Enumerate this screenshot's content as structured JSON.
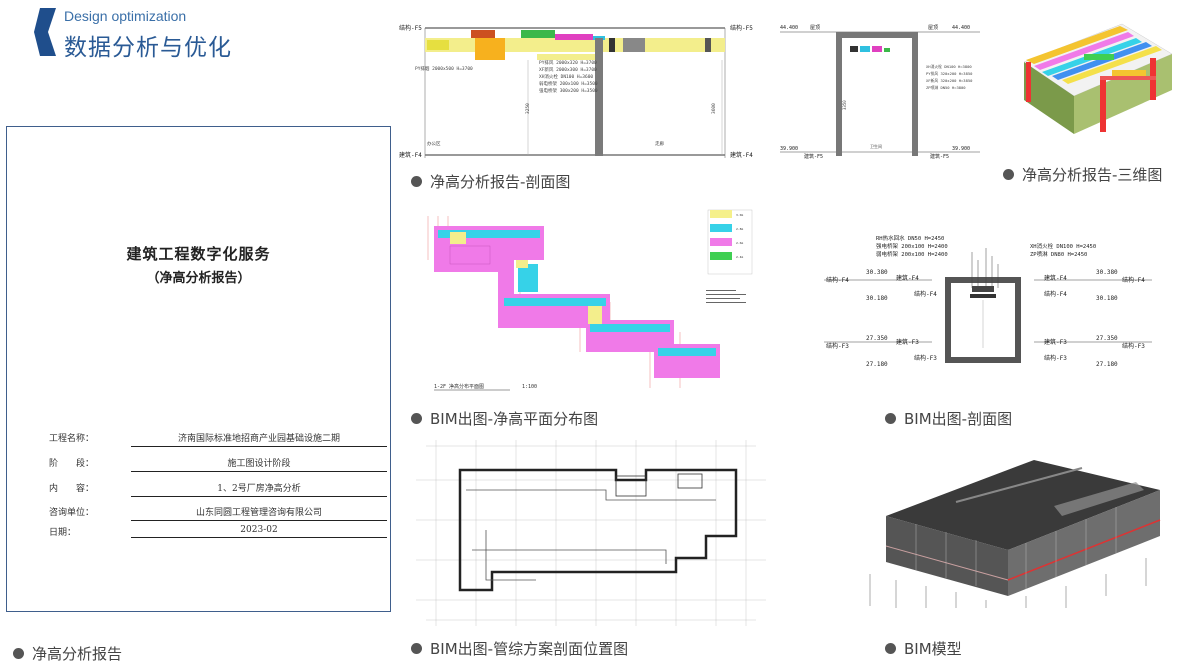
{
  "header": {
    "subtitle": "Design optimization",
    "title": "数据分析与优化",
    "accent_color": "#1f4e8c"
  },
  "report_cover": {
    "title": "建筑工程数字化服务",
    "subtitle": "（净高分析报告）",
    "fields": [
      {
        "label": "工程名称：",
        "value": "济南国际标准地招商产业园基础设施二期"
      },
      {
        "label": "阶　　段：",
        "value": "施工图设计阶段"
      },
      {
        "label": "内　　容：",
        "value": "1、2号厂房净高分析"
      },
      {
        "label": "咨询单位：",
        "value": "山东同圆工程管理咨询有限公司"
      },
      {
        "label": "日期：",
        "value": "2023-02"
      }
    ]
  },
  "captions": {
    "report": "净高分析报告",
    "section_report": "净高分析报告-剖面图",
    "threed_report": "净高分析报告-三维图",
    "plan_distribution": "BIM出图-净高平面分布图",
    "bim_section": "BIM出图-剖面图",
    "pipe_section_position": "BIM出图-管综方案剖面位置图",
    "bim_model": "BIM模型"
  },
  "drawing_section1": {
    "left_top": "结构-F5",
    "left_bottom": "建筑-F4",
    "right_top": "结构-F5",
    "right_bottom": "建筑-F4",
    "left_note": "PY排烟 2000x500 H=3700",
    "mid_notes": [
      "PY排风 2000x320 H=3700",
      "XF新风 2000x300 H=3700",
      "XH消火栓 DN100 H=3600",
      "弱电桥架 200x100 H=3500",
      "强电桥架 300x200 H=3500"
    ],
    "dim_left": "3250",
    "dim_right": "3600",
    "room_left": "办公区",
    "room_right": "走廊"
  },
  "drawing_section2": {
    "elev_top_left": "44.400",
    "elev_top_right": "44.400",
    "elev_bottom_left": "39.900",
    "elev_bottom_right": "39.900",
    "roof_left": "屋顶",
    "roof_right": "屋顶",
    "bottom_left": "建筑-F5",
    "bottom_right": "建筑-F5",
    "dim": "3350",
    "room": "卫生间",
    "notes": [
      "XH消火栓 DN100 H=3800",
      "PY排风 320x200 H=3850",
      "XF新风 320x200 H=3850",
      "ZP喷淋 DN50 H=3800"
    ]
  },
  "drawing_plan": {
    "legend": [
      "3.0m",
      "2.8m",
      "2.6m",
      "2.4m"
    ],
    "title": "1-2F 净高分布平面图",
    "scale": "1:100",
    "legend_colors": [
      "#f5f08a",
      "#36d2e8",
      "#f07ae8",
      "#3fcf52"
    ]
  },
  "drawing_section3": {
    "notes_left": [
      "RH热水回水 DN50 H=2450",
      "强电桥架 200x100 H=2400",
      "弱电桥架 200x100 H=2400"
    ],
    "notes_right": [
      "XH消火栓 DN100 H=2450",
      "ZP喷淋 DN80 H=2450"
    ],
    "left_labels": [
      "结构-F4",
      "建筑-F4",
      "结构-F4",
      "结构-F3",
      "建筑-F3",
      "结构-F3"
    ],
    "right_labels": [
      "建筑-F4",
      "结构-F4",
      "结构-F4",
      "建筑-F3",
      "结构-F3",
      "结构-F3"
    ],
    "elevations": [
      "30.380",
      "30.180",
      "27.350",
      "27.180"
    ]
  }
}
